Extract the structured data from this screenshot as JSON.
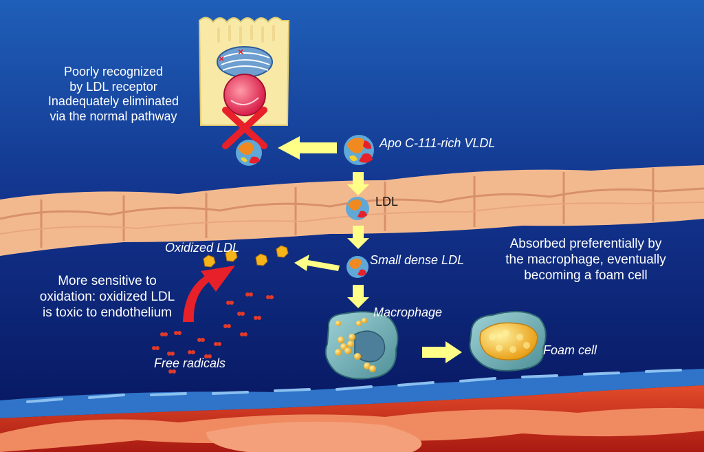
{
  "diagram": {
    "liver_note": [
      "Poorly recognized",
      "by LDL receptor",
      "Inadequately eliminated",
      "via the normal pathway"
    ],
    "vldl_label": "Apo C-111-rich VLDL",
    "ldl_label": "LDL",
    "small_dense_ldl_label": "Small dense LDL",
    "oxidized_ldl_label": "Oxidized LDL",
    "macrophage_label": "Macrophage",
    "foam_cell_label": "Foam cell",
    "free_radicals_label": "Free radicals",
    "oxidation_note": [
      "More sensitive to",
      "oxidation: oxidized LDL",
      "is toxic to endothelium"
    ],
    "macrophage_note": [
      "Absorbed preferentially by",
      "the macrophage, eventually",
      "becoming a foam cell"
    ],
    "colors": {
      "background_top": "#1f5fb8",
      "background_bottom": "#06135a",
      "arrow": "#ffff88",
      "cross": "#e8202a",
      "liver_cell": "#f8e9a6",
      "endothelium": "#f2b98f",
      "macrophage": "#6fb2b8",
      "lipid": "#f4b41a"
    }
  }
}
